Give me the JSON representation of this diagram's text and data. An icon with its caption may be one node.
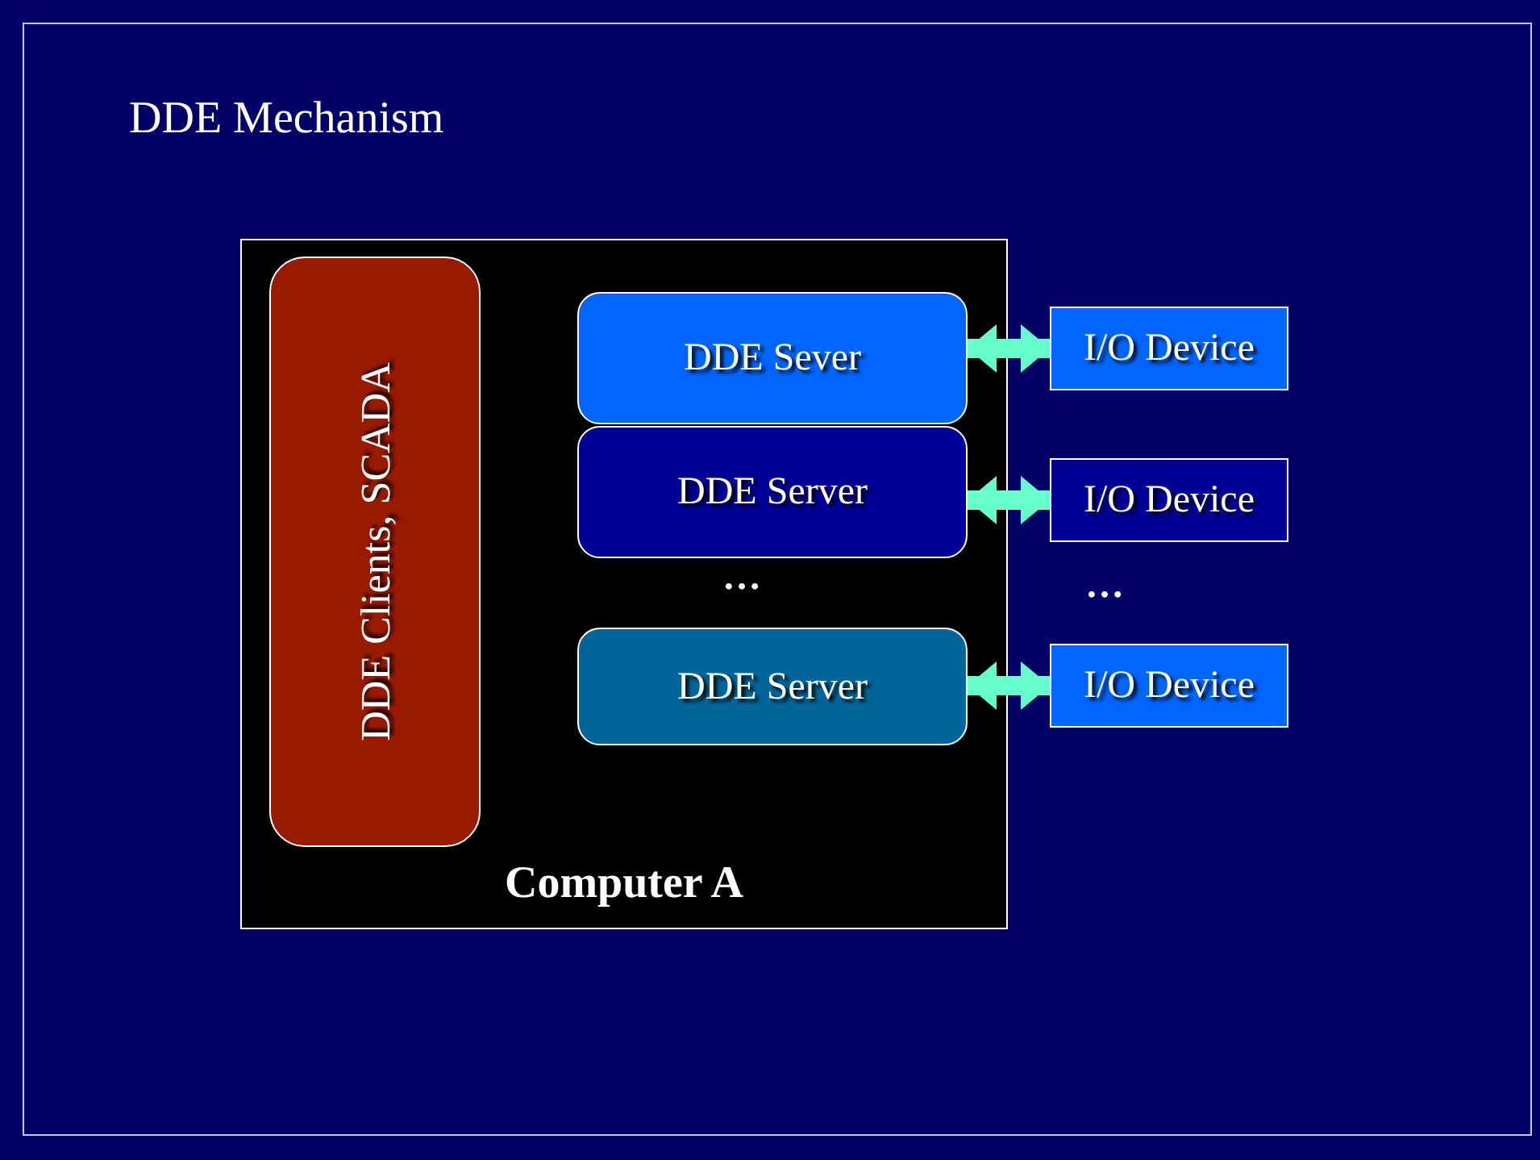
{
  "diagram": {
    "title": "DDE Mechanism",
    "nodes": [
      {
        "text": [
          "Computer A"
        ]
      },
      {
        "text": [
          "DDE Clients, SCADA"
        ],
        "in": 0
      },
      {
        "text": [
          "DDE Sever"
        ],
        "in": 0
      },
      {
        "text": [
          "DDE Server"
        ],
        "in": 0
      },
      {
        "text": [
          "DDE Server"
        ],
        "in": 0
      },
      {
        "text": [
          "I/O Device"
        ]
      },
      {
        "text": [
          "I/O Device"
        ]
      },
      {
        "text": [
          "I/O Device"
        ]
      }
    ],
    "edges": [
      {
        "from": 2,
        "to": 5,
        "arrow": "both"
      },
      {
        "from": 3,
        "to": 6,
        "arrow": "both"
      },
      {
        "from": 4,
        "to": 7,
        "arrow": "both"
      }
    ],
    "labels": [
      "…",
      "…"
    ]
  }
}
